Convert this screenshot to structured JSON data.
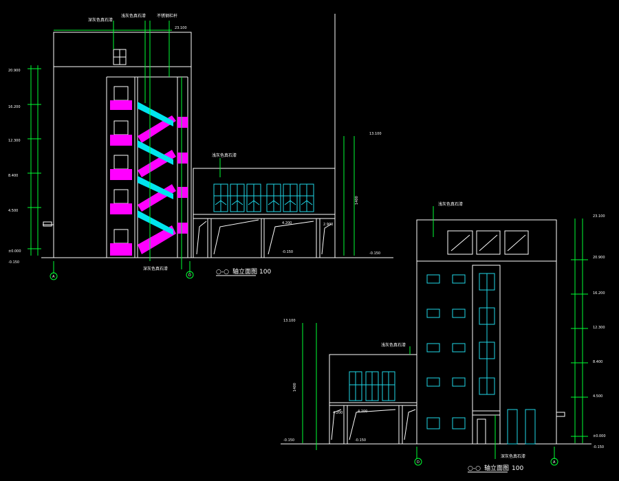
{
  "drawing": {
    "elevation_1": {
      "title_marks": "○-○",
      "title": "轴立面图",
      "scale": "100",
      "grid_left": "A",
      "grid_right": "D",
      "notes": {
        "top_left": "深灰色真石漆",
        "top_mid": "浅灰色真石漆",
        "top_right": "不锈钢栏杆",
        "bottom": "深灰色真石漆",
        "annex": "浅灰色真石漆"
      },
      "level_top": "23.100",
      "levels_left": [
        "20.900",
        "16.200",
        "12.300",
        "8.400",
        "4.500",
        "±0.000",
        "-0.150"
      ],
      "annex_levels": [
        "13.100",
        "-0.150"
      ],
      "annex_inner_levels": [
        "4.200",
        "2.900",
        "-0.150"
      ],
      "annex_total": "1400"
    },
    "elevation_2": {
      "title_marks": "○-○",
      "title": "轴立面图",
      "scale": "100",
      "grid_left": "D",
      "grid_right": "A",
      "notes": {
        "main": "浅灰色真石漆",
        "annex": "浅灰色真石漆",
        "bottom": "深灰色真石漆"
      },
      "levels_right": [
        "23.100",
        "20.900",
        "16.200",
        "12.300",
        "8.400",
        "4.500",
        "±0.000",
        "-0.150"
      ],
      "annex_levels": [
        "13.100",
        "-0.150"
      ],
      "annex_inner_levels": [
        "4.200",
        "4.200",
        "-0.150"
      ],
      "annex_total": "1400"
    }
  }
}
